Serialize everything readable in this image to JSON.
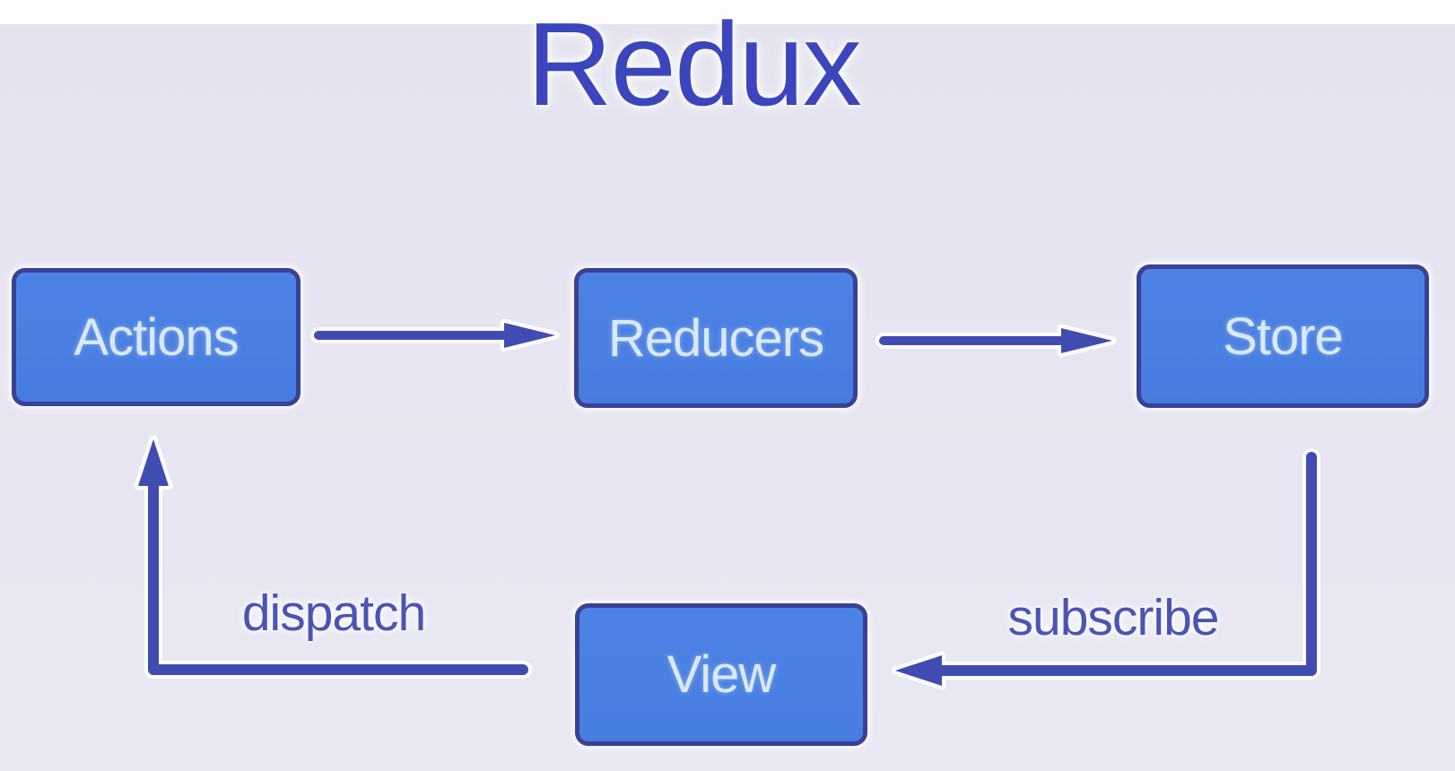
{
  "title": {
    "text": "Redux"
  },
  "nodes": {
    "actions": {
      "label": "Actions"
    },
    "reducers": {
      "label": "Reducers"
    },
    "store": {
      "label": "Store"
    },
    "view": {
      "label": "View"
    }
  },
  "edges": {
    "actions_to_reducers": {
      "from": "Actions",
      "to": "Reducers",
      "label": ""
    },
    "reducers_to_store": {
      "from": "Reducers",
      "to": "Store",
      "label": ""
    },
    "store_to_view": {
      "from": "Store",
      "to": "View",
      "label": "subscribe"
    },
    "view_to_actions": {
      "from": "View",
      "to": "Actions",
      "label": "dispatch"
    }
  },
  "colors": {
    "background": "#e6e5f1",
    "top_strip": "#fdfdfe",
    "node_fill": "#4a80e2",
    "node_border": "#3a4195",
    "node_text": "#d9e9fb",
    "arrow": "#414cb2",
    "title_text": "#3b46bd",
    "edge_label_text": "#4a54b4"
  }
}
